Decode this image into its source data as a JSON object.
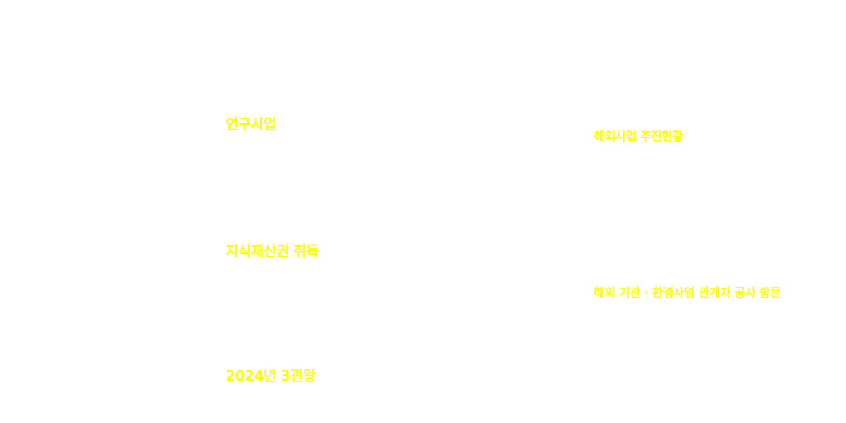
{
  "colors": {
    "background": "#ffffff",
    "label": "#ffff00"
  },
  "left_column": {
    "research": "연구사업",
    "intellectual_property": "지식재산권 취득",
    "award": "2024년 3관왕"
  },
  "right_column": {
    "overseas_status": "해외사업 추진현황",
    "overseas_visit": "해외 기관 · 환경사업 관계자 공사 방문"
  }
}
